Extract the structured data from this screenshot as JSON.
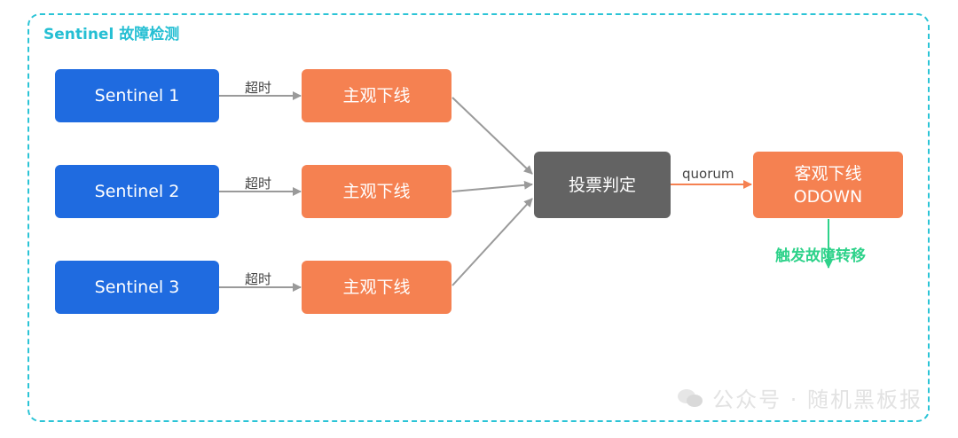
{
  "title": "Sentinel 故障检测",
  "sentinels": [
    {
      "label": "Sentinel 1",
      "edge_label": "超时",
      "sdown_label": "主观下线"
    },
    {
      "label": "Sentinel 2",
      "edge_label": "超时",
      "sdown_label": "主观下线"
    },
    {
      "label": "Sentinel 3",
      "edge_label": "超时",
      "sdown_label": "主观下线"
    }
  ],
  "vote": {
    "label": "投票判定"
  },
  "quorum_label": "quorum",
  "odown": {
    "line1": "客观下线",
    "line2": "ODOWN"
  },
  "failover_label": "触发故障转移",
  "watermark": "公众号 · 随机黑板报",
  "colors": {
    "frame": "#2bc4d6",
    "sentinel": "#1f6be0",
    "sdown": "#f58151",
    "vote": "#636363",
    "arrow_gray": "#9a9a9a",
    "arrow_orange": "#f58151",
    "arrow_green": "#2ed28a"
  }
}
